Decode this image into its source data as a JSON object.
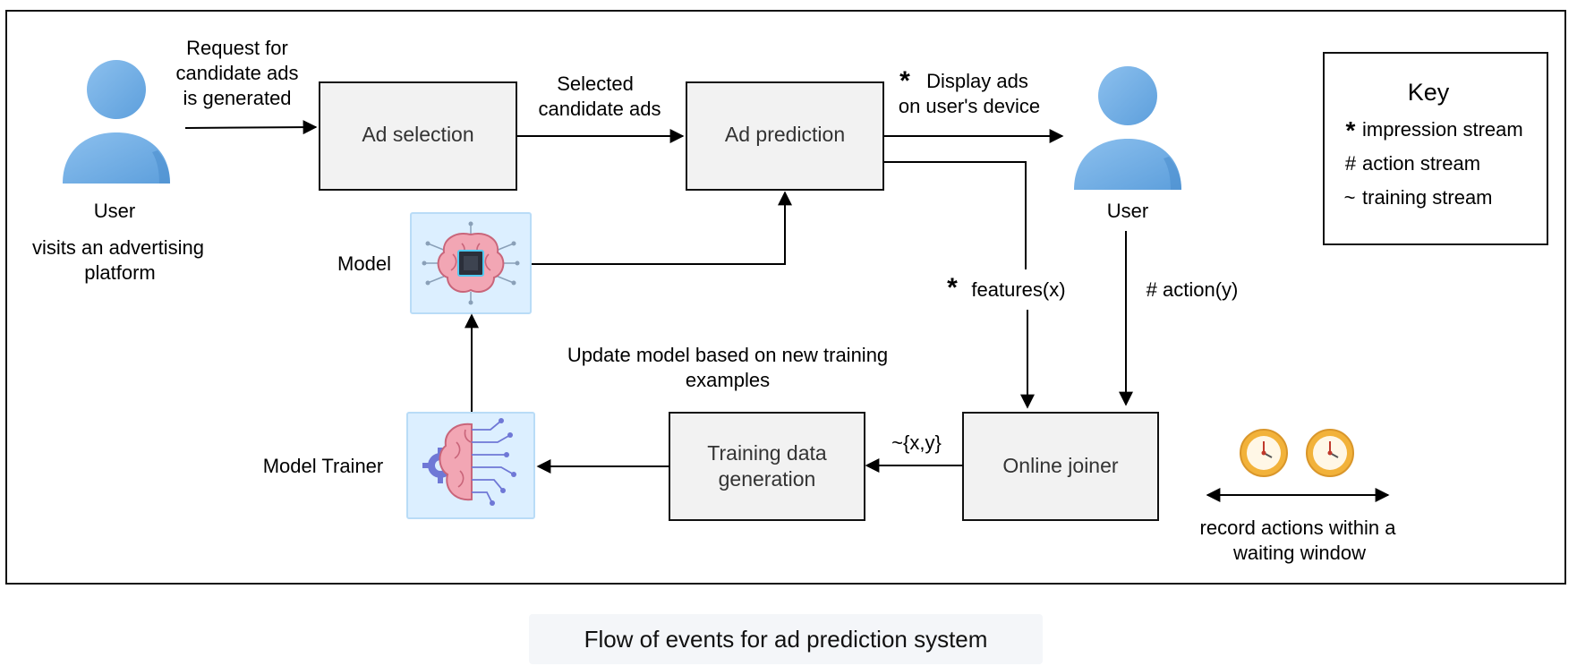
{
  "diagram": {
    "user_left": {
      "label": "User",
      "desc_lines": [
        "visits an advertising",
        "platform"
      ]
    },
    "request_label_lines": [
      "Request for",
      "candidate ads",
      "is generated"
    ],
    "ad_selection": "Ad selection",
    "selected_label_lines": [
      "Selected",
      "candidate ads"
    ],
    "ad_prediction": "Ad prediction",
    "display_label": {
      "marker": "*",
      "lines": [
        "Display ads",
        "on user's device"
      ]
    },
    "user_right": {
      "label": "User"
    },
    "model_label": "Model",
    "features_label": {
      "marker": "*",
      "text": "features(x)"
    },
    "action_label": "# action(y)",
    "update_label_lines": [
      "Update model based on new training",
      "examples"
    ],
    "training_data_lines": [
      "Training data",
      "generation"
    ],
    "xy_label": "~{x,y}",
    "online_joiner": "Online joiner",
    "model_trainer_label": "Model Trainer",
    "window_label_lines": [
      "record actions within a",
      "waiting window"
    ],
    "key": {
      "title": "Key",
      "items": [
        {
          "marker": "*",
          "text": "impression stream"
        },
        {
          "marker": "#",
          "text": "action stream"
        },
        {
          "marker": "~",
          "text": "training stream"
        }
      ]
    },
    "icons": {
      "user": "user-icon",
      "model": "brain-chip-icon",
      "trainer": "brain-circuit-icon",
      "clock": "clock-icon"
    },
    "colors": {
      "user_blue": "#7cb5e8",
      "box_fill": "#f2f2f2",
      "brain_pink": "#f2a6b4",
      "clock_gold": "#f2b23a",
      "icon_bg": "#dcefff"
    }
  },
  "caption": "Flow of events for ad prediction system"
}
